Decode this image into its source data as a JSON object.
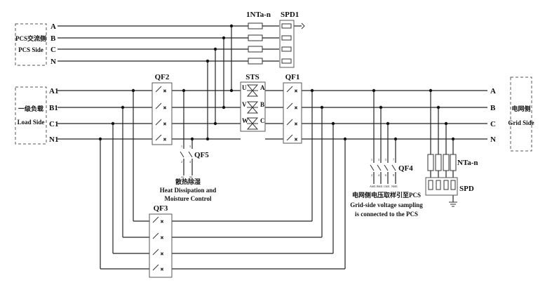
{
  "pcs_side": {
    "cn": "PCS交流侧",
    "en": "PCS Side",
    "phases": [
      "A",
      "B",
      "C",
      "N"
    ]
  },
  "load_side": {
    "cn": "一级负载",
    "en": "Load Side",
    "phases": [
      "A1",
      "B1",
      "C1",
      "N1"
    ]
  },
  "grid_side": {
    "cn": "电网侧",
    "en": "Grid Side",
    "phases": [
      "A",
      "B",
      "C",
      "N"
    ]
  },
  "components": {
    "fuse_top": "1NTa-n",
    "spd1": "SPD1",
    "sts": "STS",
    "sts_in": [
      "U",
      "V",
      "W"
    ],
    "sts_out": [
      "A",
      "B",
      "C"
    ],
    "qf1": "QF1",
    "qf2": "QF2",
    "qf3": "QF3",
    "qf4": "QF4",
    "qf5": "QF5",
    "fuse_grid": "NTa-n",
    "spd": "SPD"
  },
  "qf5_note": {
    "cn": "散热除湿",
    "line1": "Heat Dissipation and",
    "line2": "Moisture Control",
    "terminals": [
      "1",
      "2",
      "3",
      "4"
    ],
    "outputs": [
      "A1",
      "N1"
    ]
  },
  "qf4_note": {
    "cn": "电网侧电压取样引至PCS",
    "line1": "Grid-side voltage sampling",
    "line2": "is connected to the PCS",
    "terminals": [
      "1",
      "2",
      "3",
      "4",
      "5",
      "6",
      "7",
      "8"
    ],
    "outputs": [
      "A601",
      "B601",
      "C601",
      "N601"
    ]
  }
}
